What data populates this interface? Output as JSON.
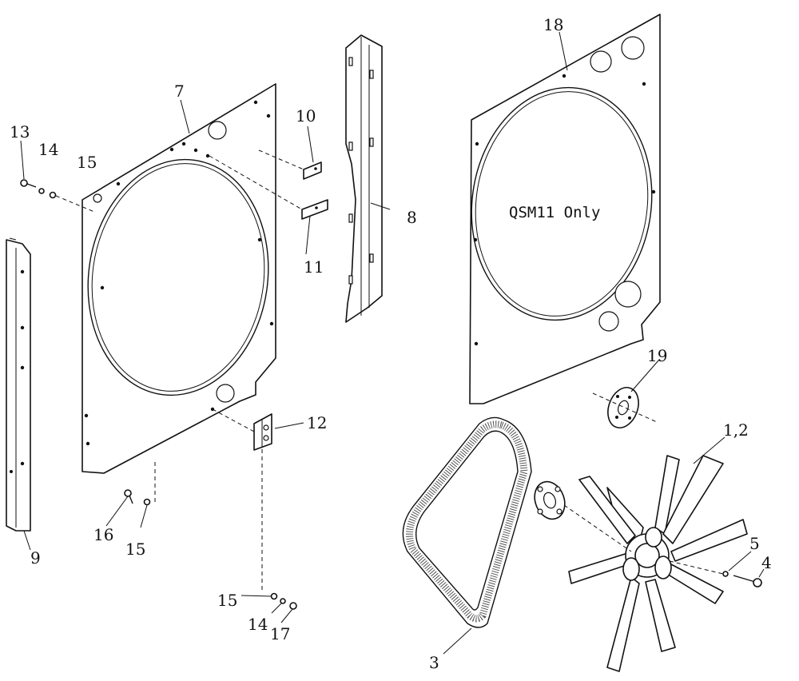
{
  "diagram": {
    "note": "QSM11 Only",
    "callouts": {
      "c7": "7",
      "c8": "8",
      "c9": "9",
      "c10": "10",
      "c11": "11",
      "c12": "12",
      "c13": "13",
      "c14a": "14",
      "c15a": "15",
      "c16": "16",
      "c15b": "15",
      "c15c": "15",
      "c14b": "14",
      "c17": "17",
      "c18": "18",
      "c19": "19",
      "c12fan": "1,2",
      "c3": "3",
      "c4": "4",
      "c5": "5"
    }
  },
  "colors": {
    "ink": "#111111",
    "paper": "#ffffff"
  }
}
